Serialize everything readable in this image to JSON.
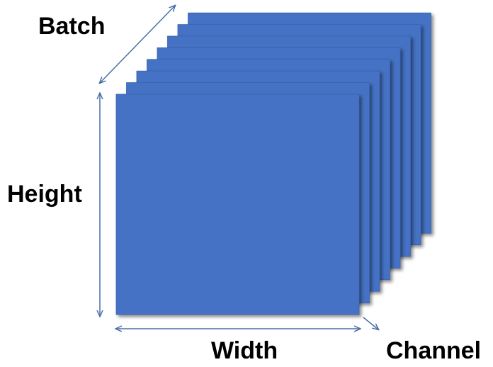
{
  "labels": {
    "batch": "Batch",
    "height": "Height",
    "width": "Width",
    "channel": "Channel"
  },
  "colors": {
    "sheet_fill": "#4472C4",
    "sheet_edge": "#3a64b0",
    "arrow": "#4a6ea8",
    "text": "#000000"
  },
  "sheet_count": 8
}
